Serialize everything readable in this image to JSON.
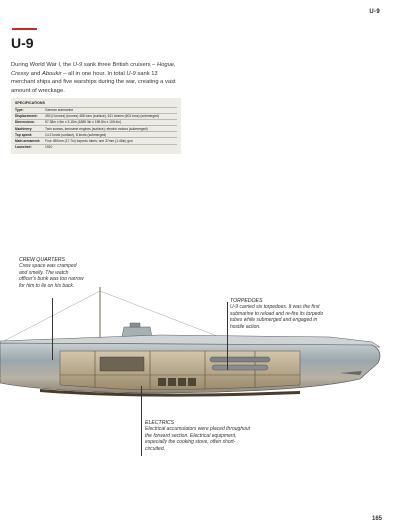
{
  "running_head": "U-9",
  "title": "U-9",
  "intro": {
    "p1": "During World War I, the ",
    "e1": "U-9",
    "p2": " sank three British cruisers – ",
    "e2": "Hogue, Cressy",
    "p3": " and ",
    "e3": "Aboukir",
    "p4": " – all in one hour. In total ",
    "e4": "U-9",
    "p5": " sank 13 merchant ships and five warships during the war, creating a vast amount of wreckage."
  },
  "specs": {
    "heading": "SPECIFICATIONS",
    "rows": [
      {
        "key": "Type:",
        "value": "German submarine"
      },
      {
        "key": "Displacement:",
        "value": "493 (t tonnes) (tonnes) 485 tons (surface), 611 tonnes (601 tons) (submerged)"
      },
      {
        "key": "Dimensions:",
        "value": "57.38m x 6m x 3.15m (188ft 3in x 19ft 8in x 10ft 4in)"
      },
      {
        "key": "Machinery:",
        "value": "Twin screws, kerosene engines (surface); electric motors (submerged)"
      },
      {
        "key": "Top speed:",
        "value": "14.2 knots (surface), 8 knots (submerged)"
      },
      {
        "key": "Main armament:",
        "value": "Four 450mm (17.7in) torpedo tubes; one 37mm (1.46in) gun"
      },
      {
        "key": "Launched:",
        "value": "1910"
      }
    ]
  },
  "callouts": {
    "crew": {
      "heading": "CREW QUARTERS",
      "body": "Crew space was cramped and smelly. The watch officer's bunk was too narrow for him to lie on his back."
    },
    "torpedoes": {
      "heading": "TORPEDOES",
      "body": "U-9 carried six torpedoes. It was the first submarine to reload and re-fire its torpedo tubes while submerged and engaged in hostile action."
    },
    "electrics": {
      "heading": "ELECTRICS",
      "body": "Electrical accumulators were placed throughout the forward section. Electrical equipment, especially the cooking stove, often short-circuited."
    }
  },
  "folio": "165",
  "colors": {
    "hull_upper": "#9aa7ad",
    "hull_lower": "#c9bfae",
    "interior": "#b7a98d",
    "keel": "#4a3c2a",
    "title_accent": "#c62828"
  }
}
